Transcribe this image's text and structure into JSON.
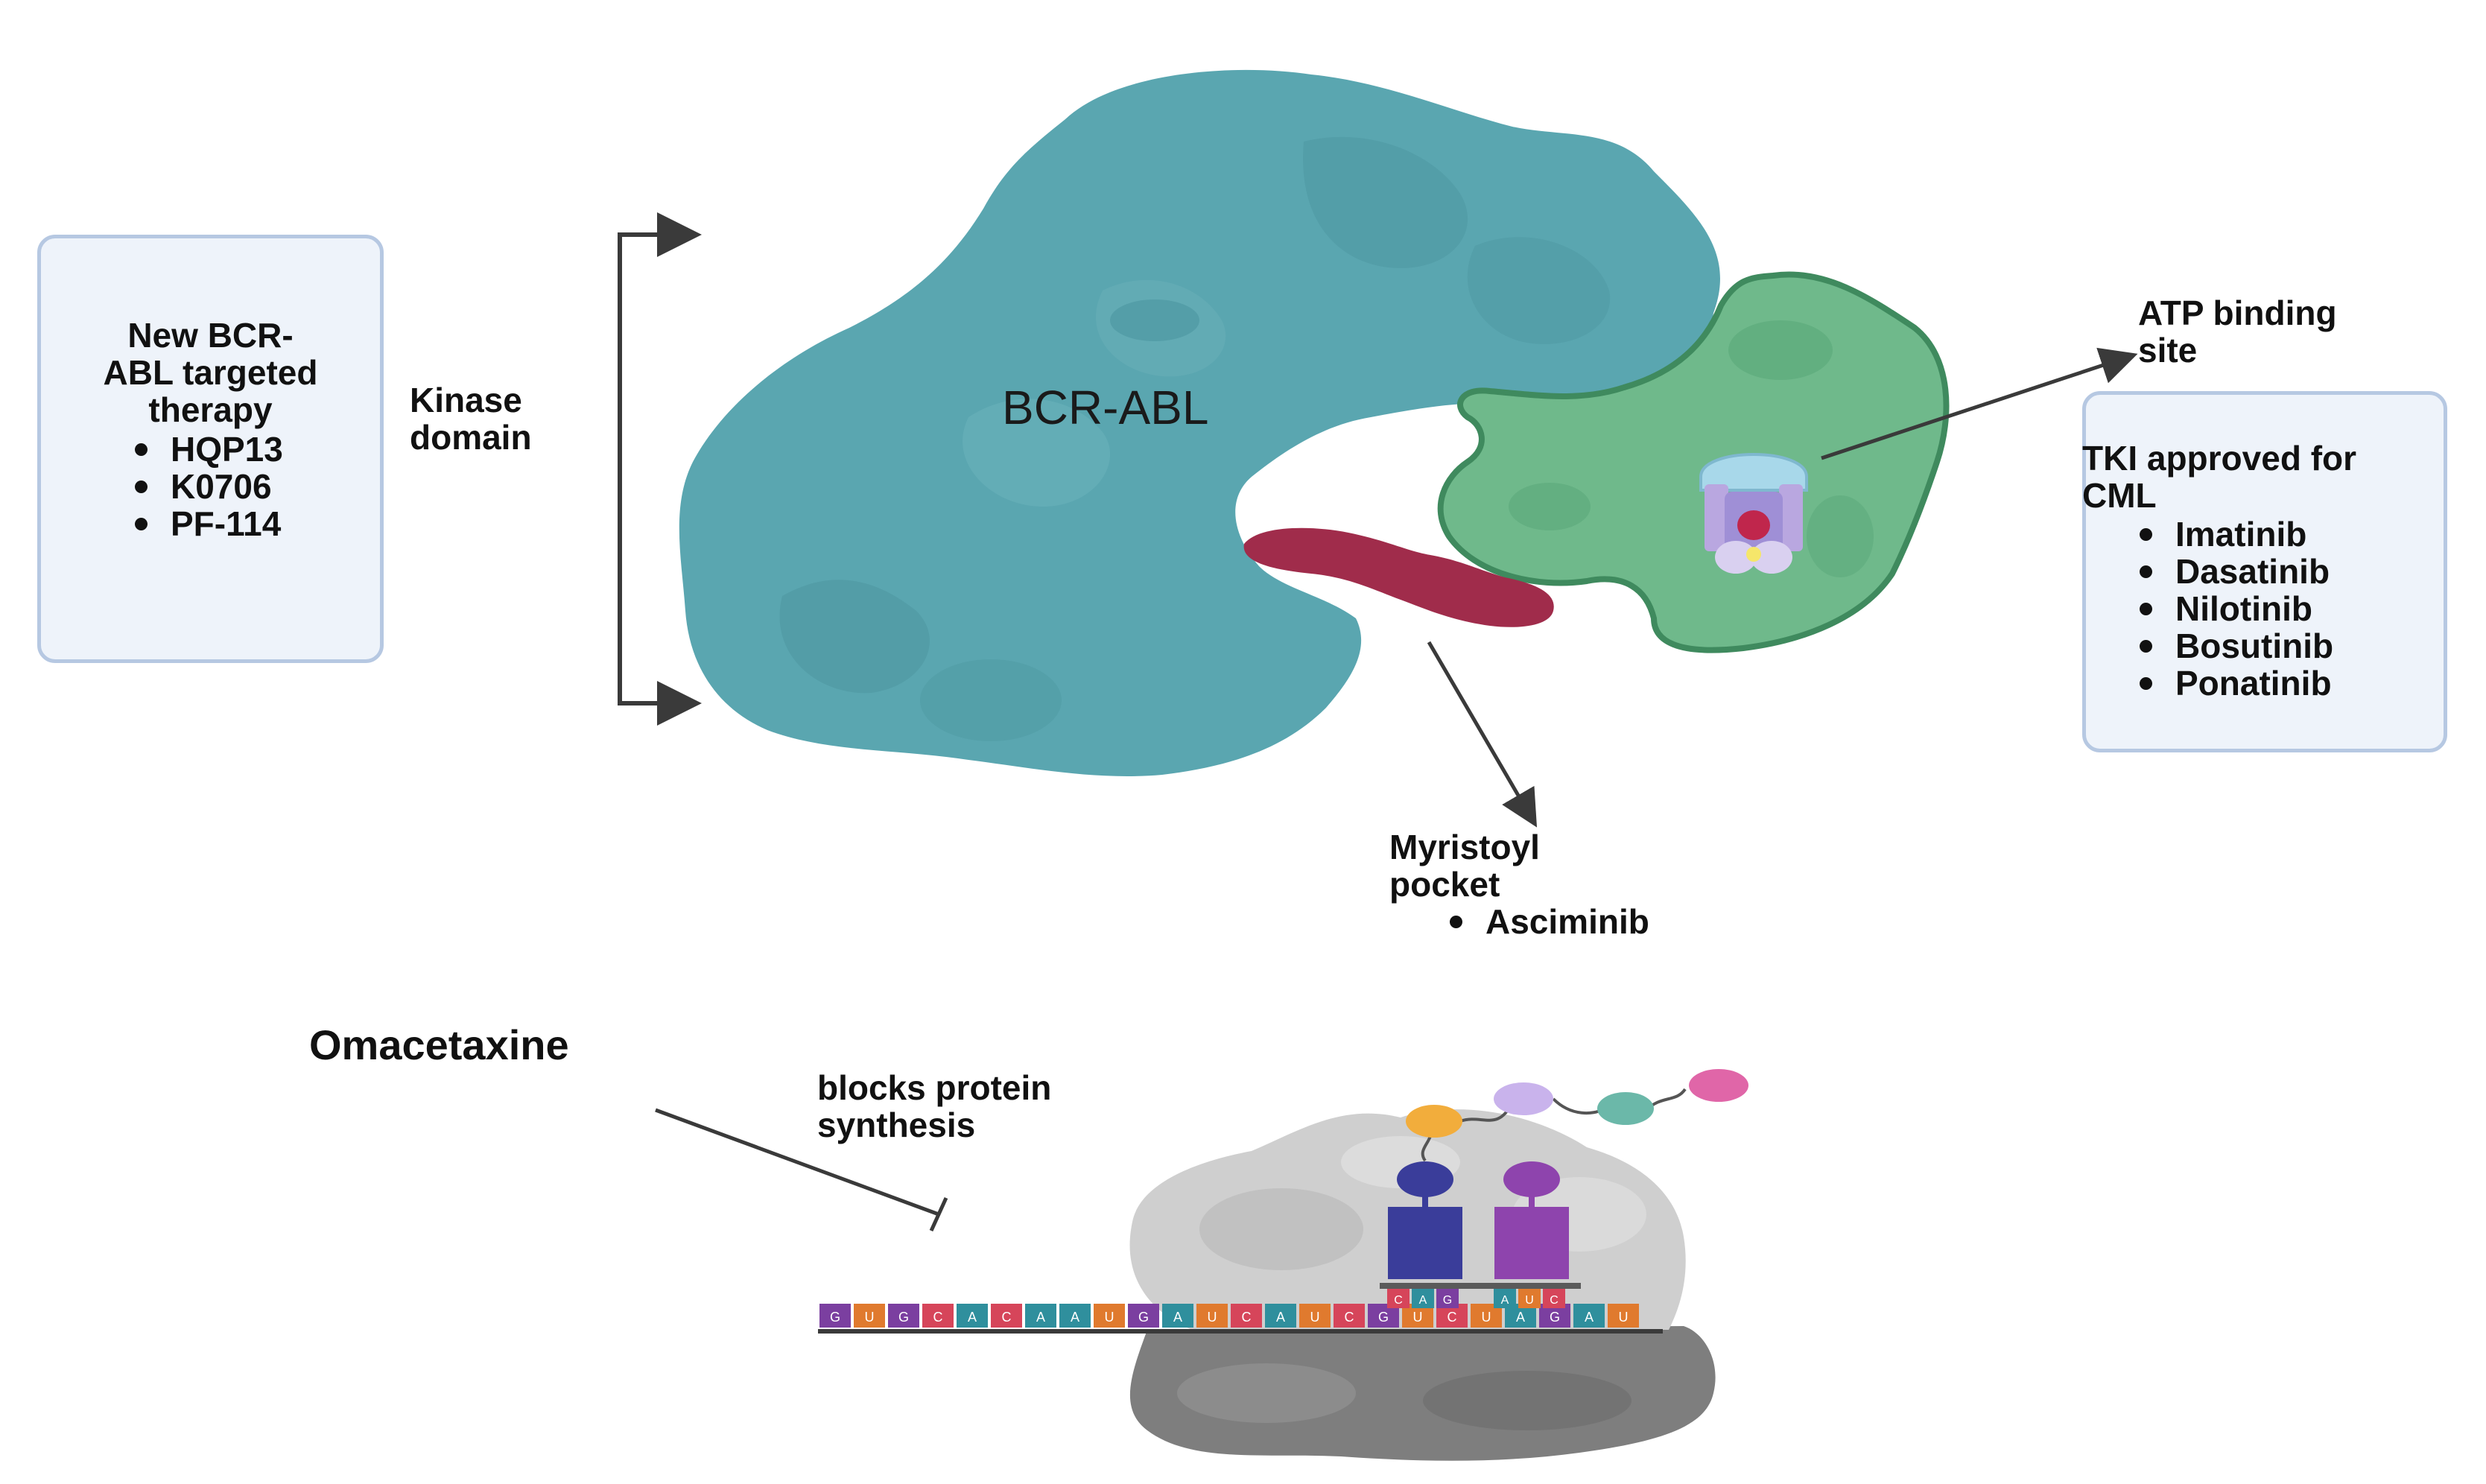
{
  "left_box": {
    "title_lines": [
      "New BCR-",
      "ABL targeted",
      "therapy"
    ],
    "items": [
      "HQP13",
      "K0706",
      "PF-114"
    ]
  },
  "kinase_domain": {
    "lines": [
      "Kinase",
      "domain"
    ]
  },
  "protein": {
    "label": "BCR-ABL"
  },
  "atp_site": {
    "lines": [
      "ATP binding",
      "site"
    ]
  },
  "right_box": {
    "title_lines": [
      "TKI approved for",
      "CML"
    ],
    "items": [
      "Imatinib",
      "Dasatinib",
      "Nilotinib",
      "Bosutinib",
      "Ponatinib"
    ]
  },
  "myristoyl": {
    "lines": [
      "Myristoyl",
      "pocket"
    ],
    "items": [
      "Asciminib"
    ]
  },
  "omacetaxine": {
    "label": "Omacetaxine"
  },
  "blocks": {
    "lines": [
      "blocks protein",
      "synthesis"
    ]
  },
  "mrna": {
    "bases": [
      "G",
      "U",
      "G",
      "C",
      "A",
      "C",
      "A",
      "A",
      "U",
      "G",
      "A",
      "U",
      "C",
      "A",
      "U",
      "C",
      "G",
      "U",
      "C",
      "U",
      "A",
      "G",
      "A",
      "U"
    ],
    "trna_anticodons": [
      [
        "C",
        "A",
        "G"
      ],
      [
        "A",
        "U",
        "C"
      ]
    ]
  },
  "colors": {
    "kinase_teal": "#5aa6b0",
    "lobe_green": "#6fb98b",
    "myristoyl_red": "#a02c4b",
    "box_fill": "#eef3fa",
    "box_border": "#b6c8e2",
    "ribosome_light": "#cfcfcf",
    "ribosome_dark": "#7e7e7e",
    "trna_blue": "#3a3d9a",
    "trna_purple": "#8e44ad"
  },
  "icons": [
    "bracket-arrow",
    "pointer-arrow",
    "inhibition-arrow",
    "ribosome-icon",
    "mrna-strand",
    "trna-icon",
    "peptide-chain"
  ]
}
